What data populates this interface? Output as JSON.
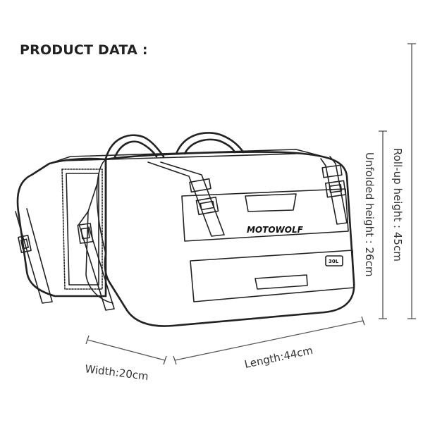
{
  "heading": "PRODUCT DATA :",
  "brand": "MOTOWOLF",
  "capacity_badge": "30L",
  "dimensions": {
    "width": "Width:20cm",
    "length": "Length:44cm",
    "unfolded_height": "Unfolded height : 26cm",
    "rollup_height": "Roll-up height : 45cm"
  }
}
